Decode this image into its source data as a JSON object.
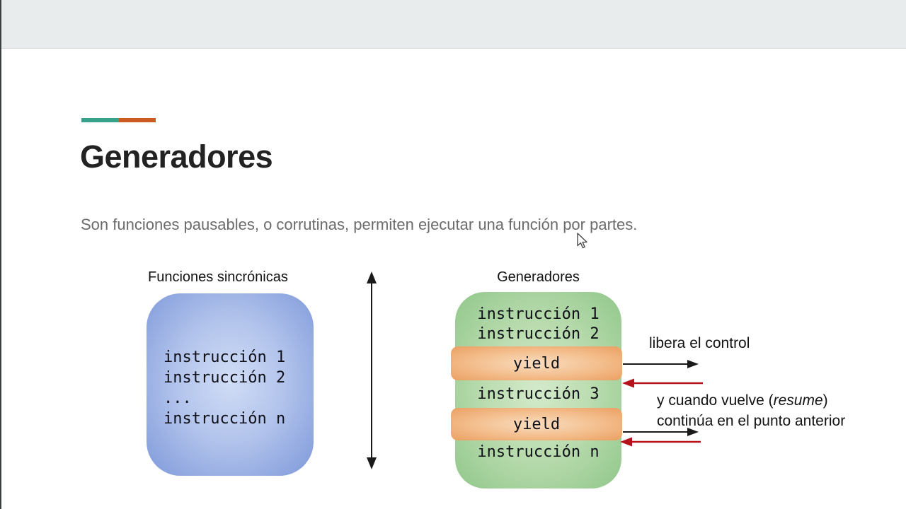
{
  "page": {
    "title": "Generadores",
    "subtitle": "Son funciones pausables, o corrutinas, permiten ejecutar una función por partes."
  },
  "sync_box": {
    "label": "Funciones sincrónicas",
    "lines": [
      "instrucción 1",
      "instrucción 2",
      "...",
      "instrucción n"
    ]
  },
  "gen_box": {
    "label": "Generadores",
    "code1": "instrucción 1",
    "code2": "instrucción 2",
    "yield1": "yield",
    "code3": "instrucción 3",
    "yield2": "yield",
    "coden": "instrucción n"
  },
  "annotations": {
    "release": "libera el control",
    "resume_prefix": "y cuando vuelve (",
    "resume_word": "resume",
    "resume_suffix": ")",
    "resume_line2": "continúa en el punto anterior"
  },
  "colors": {
    "top_band": "#e8eced",
    "accent_teal": "#36a28b",
    "accent_orange": "#cb5a23",
    "blue_box_edge": "#7e99da",
    "blue_box_center": "#d0ddf6",
    "green_box_edge": "#90c78a",
    "green_box_center": "#d4eacb",
    "yield_band_edge": "#eb9f62",
    "yield_band_center": "#f9ddc0",
    "black_arrow": "#1a1a1a",
    "red_arrow": "#b5121b"
  }
}
